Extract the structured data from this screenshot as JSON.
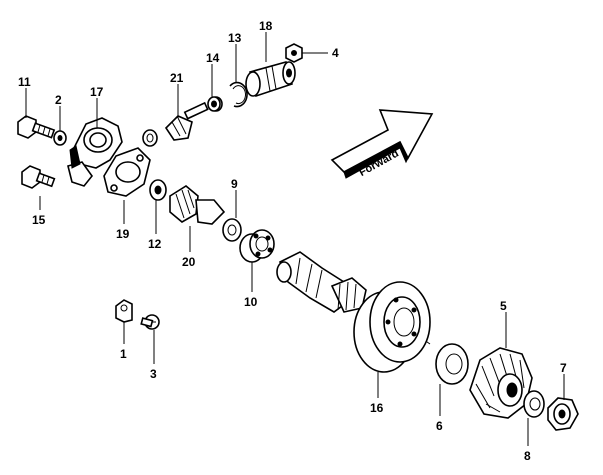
{
  "diagram": {
    "direction_label": "Forward",
    "callouts": [
      {
        "id": "c1",
        "text": "1"
      },
      {
        "id": "c2",
        "text": "2"
      },
      {
        "id": "c3",
        "text": "3"
      },
      {
        "id": "c4",
        "text": "4"
      },
      {
        "id": "c5",
        "text": "5"
      },
      {
        "id": "c6",
        "text": "6"
      },
      {
        "id": "c7",
        "text": "7"
      },
      {
        "id": "c8",
        "text": "8"
      },
      {
        "id": "c9",
        "text": "9"
      },
      {
        "id": "c10",
        "text": "10"
      },
      {
        "id": "c11",
        "text": "11"
      },
      {
        "id": "c12",
        "text": "12"
      },
      {
        "id": "c13",
        "text": "13"
      },
      {
        "id": "c14",
        "text": "14"
      },
      {
        "id": "c15",
        "text": "15"
      },
      {
        "id": "c16",
        "text": "16"
      },
      {
        "id": "c17",
        "text": "17"
      },
      {
        "id": "c18",
        "text": "18"
      },
      {
        "id": "c19",
        "text": "19"
      },
      {
        "id": "c20",
        "text": "20"
      },
      {
        "id": "c21",
        "text": "21"
      }
    ]
  }
}
